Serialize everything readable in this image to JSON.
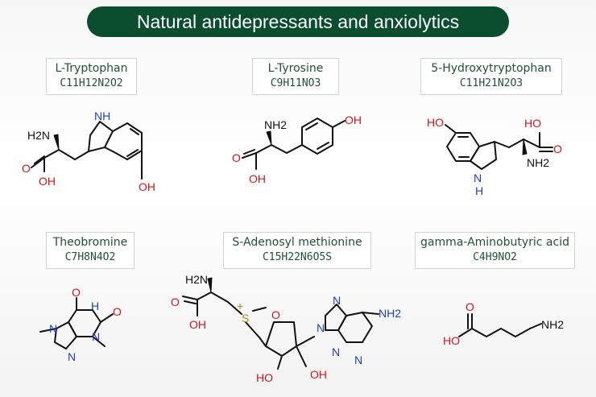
{
  "title": "Natural antidepressants and anxiolytics",
  "compounds": [
    {
      "name": "L-Tryptophan",
      "formula": "C11H12N2O2"
    },
    {
      "name": "L-Tyrosine",
      "formula": "C9H11NO3"
    },
    {
      "name": "5-Hydroxytryptophan",
      "formula": "C11H21N2O3"
    },
    {
      "name": "Theobromine",
      "formula": "C7H8N4O2"
    },
    {
      "name": "S-Adenosyl methionine",
      "formula": "C15H22N6O5S"
    },
    {
      "name": "gamma-Aminobutyric acid",
      "formula": "C4H9NO2"
    }
  ],
  "atoms": {
    "nh2": "NH2",
    "h2n": "H2N",
    "oh": "OH",
    "ho": "HO",
    "o": "O",
    "n": "N",
    "nh": "NH",
    "h": "H",
    "s": "S",
    "plus": "+"
  },
  "colors": {
    "title_bg": "#0b4d2f",
    "label_text": "#1f5138",
    "oxygen": "#d0141b",
    "nitrogen": "#1f40c4",
    "sulfur": "#b8860b"
  }
}
